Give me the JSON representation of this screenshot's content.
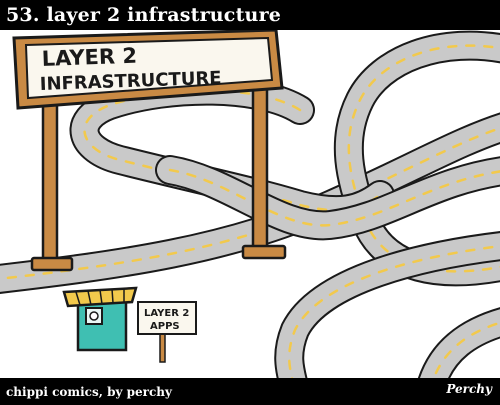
{
  "header": {
    "title": "53. layer 2 infrastructure"
  },
  "comic": {
    "big_sign_line1": "LAYER 2",
    "big_sign_line2": "INFRASTRUCTURE",
    "small_sign_line1": "LAYER 2",
    "small_sign_line2": "APPS"
  },
  "footer": {
    "credit": "chippi comics, by perchy",
    "signature": "Perchy"
  },
  "colors": {
    "road": "#c9c9c9",
    "road_line": "#f2c94c",
    "post": "#c98a44",
    "sign_board": "#faf7ee",
    "booth_body": "#3fbfb2",
    "booth_roof": "#f2c94c",
    "outline": "#1a1a1a"
  }
}
